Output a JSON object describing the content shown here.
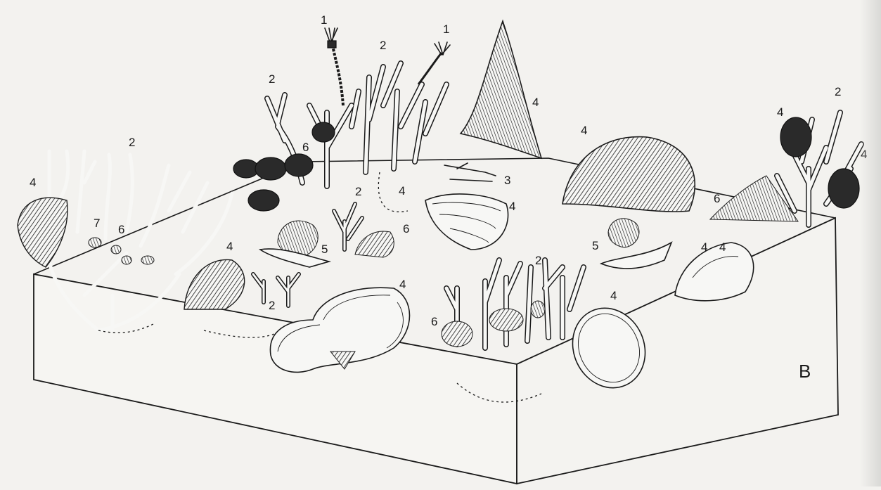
{
  "figure": {
    "panel_label": "B",
    "labels": [
      {
        "id": "l1a",
        "text": "1"
      },
      {
        "id": "l1b",
        "text": "1"
      },
      {
        "id": "l2a",
        "text": "2"
      },
      {
        "id": "l2b",
        "text": "2"
      },
      {
        "id": "l2c",
        "text": "2"
      },
      {
        "id": "l2d",
        "text": "2"
      },
      {
        "id": "l2e",
        "text": "2"
      },
      {
        "id": "l2f",
        "text": "2"
      },
      {
        "id": "l2g",
        "text": "2"
      },
      {
        "id": "l3",
        "text": "3"
      },
      {
        "id": "l4a",
        "text": "4"
      },
      {
        "id": "l4b",
        "text": "4"
      },
      {
        "id": "l4c",
        "text": "4"
      },
      {
        "id": "l4d",
        "text": "4"
      },
      {
        "id": "l4e",
        "text": "4"
      },
      {
        "id": "l4f",
        "text": "4"
      },
      {
        "id": "l4g",
        "text": "4"
      },
      {
        "id": "l4h",
        "text": "4"
      },
      {
        "id": "l4i",
        "text": "4"
      },
      {
        "id": "l4j",
        "text": "4"
      },
      {
        "id": "l4k",
        "text": "4"
      },
      {
        "id": "l4l",
        "text": "4"
      },
      {
        "id": "l5a",
        "text": "5"
      },
      {
        "id": "l5b",
        "text": "5"
      },
      {
        "id": "l6a",
        "text": "6"
      },
      {
        "id": "l6b",
        "text": "6"
      },
      {
        "id": "l6c",
        "text": "6"
      },
      {
        "id": "l6d",
        "text": "6"
      },
      {
        "id": "l6e",
        "text": "6"
      },
      {
        "id": "l7",
        "text": "7"
      }
    ]
  }
}
